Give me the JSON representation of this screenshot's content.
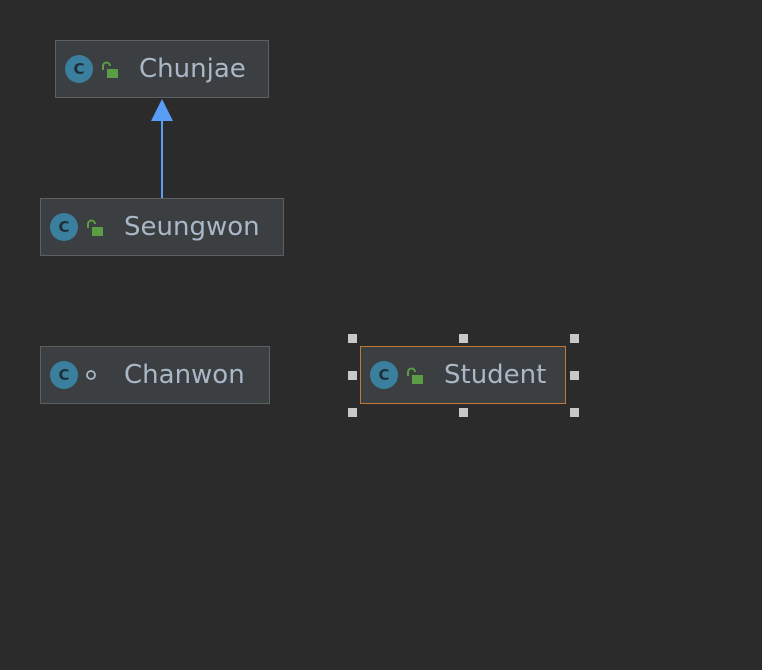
{
  "diagram": {
    "type": "uml-class-diagram",
    "colors": {
      "background": "#2b2b2b",
      "node_fill": "#3c3f41",
      "node_border": "#5e6060",
      "selected_border": "#c07a33",
      "class_icon": "#3a809e",
      "public_icon": "#5b9d44",
      "arrow": "#589df6",
      "label": "#a9b7c6",
      "selection_handle": "#c8c8c8"
    },
    "nodes": [
      {
        "id": "chunjae",
        "kind": "class",
        "icon": "class-icon",
        "visibility": "public",
        "visibility_icon": "open-lock-icon",
        "class_letter": "C",
        "label": "Chunjae",
        "selected": false
      },
      {
        "id": "seungwon",
        "kind": "class",
        "icon": "class-icon",
        "visibility": "public",
        "visibility_icon": "open-lock-icon",
        "class_letter": "C",
        "label": "Seungwon",
        "selected": false
      },
      {
        "id": "chanwon",
        "kind": "class",
        "icon": "class-icon",
        "visibility": "package-private",
        "visibility_icon": "package-private-circle-icon",
        "class_letter": "C",
        "label": "Chanwon",
        "selected": false
      },
      {
        "id": "student",
        "kind": "class",
        "icon": "class-icon",
        "visibility": "public",
        "visibility_icon": "open-lock-icon",
        "class_letter": "C",
        "label": "Student",
        "selected": true
      }
    ],
    "edges": [
      {
        "from": "seungwon",
        "to": "chunjae",
        "type": "inheritance"
      }
    ]
  }
}
